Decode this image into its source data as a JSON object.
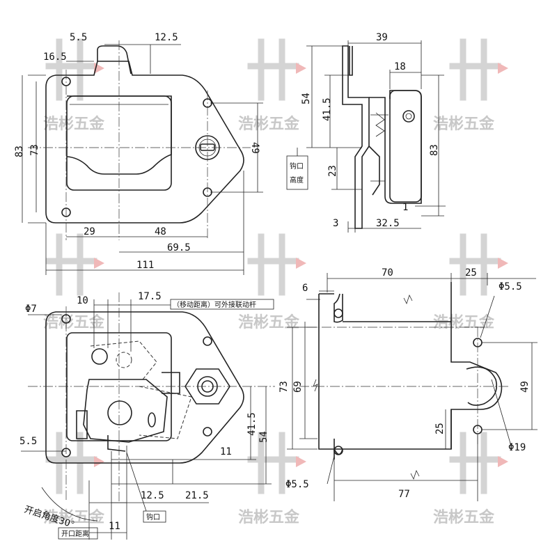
{
  "watermark": {
    "text": "浩彬五金"
  },
  "top_left": {
    "dims": [
      "5.5",
      "12.5",
      "16.5",
      "83",
      "73",
      "49",
      "29",
      "48",
      "69.5",
      "111"
    ]
  },
  "top_right": {
    "dims": [
      "39",
      "18",
      "54",
      "41.5",
      "23",
      "83",
      "1",
      "3",
      "32.5"
    ],
    "label_box": [
      "钩口",
      "高度"
    ]
  },
  "bottom_left": {
    "dims": [
      "10",
      "17.5",
      "5.5",
      "41.5",
      "54",
      "11",
      "12.5",
      "21.5",
      "11"
    ],
    "diameter": "Φ7",
    "note_move": "（移动距离）可外接联动杆",
    "angle_note": "开启角度30°",
    "hook_label": "钩口",
    "open_label": "开口距离"
  },
  "bottom_right": {
    "dims": [
      "6",
      "70",
      "25",
      "73",
      "69",
      "49",
      "25",
      "77"
    ],
    "diam_top": "Φ5.5",
    "diam_bottom": "Φ5.5",
    "diam_arc": "Φ19"
  }
}
